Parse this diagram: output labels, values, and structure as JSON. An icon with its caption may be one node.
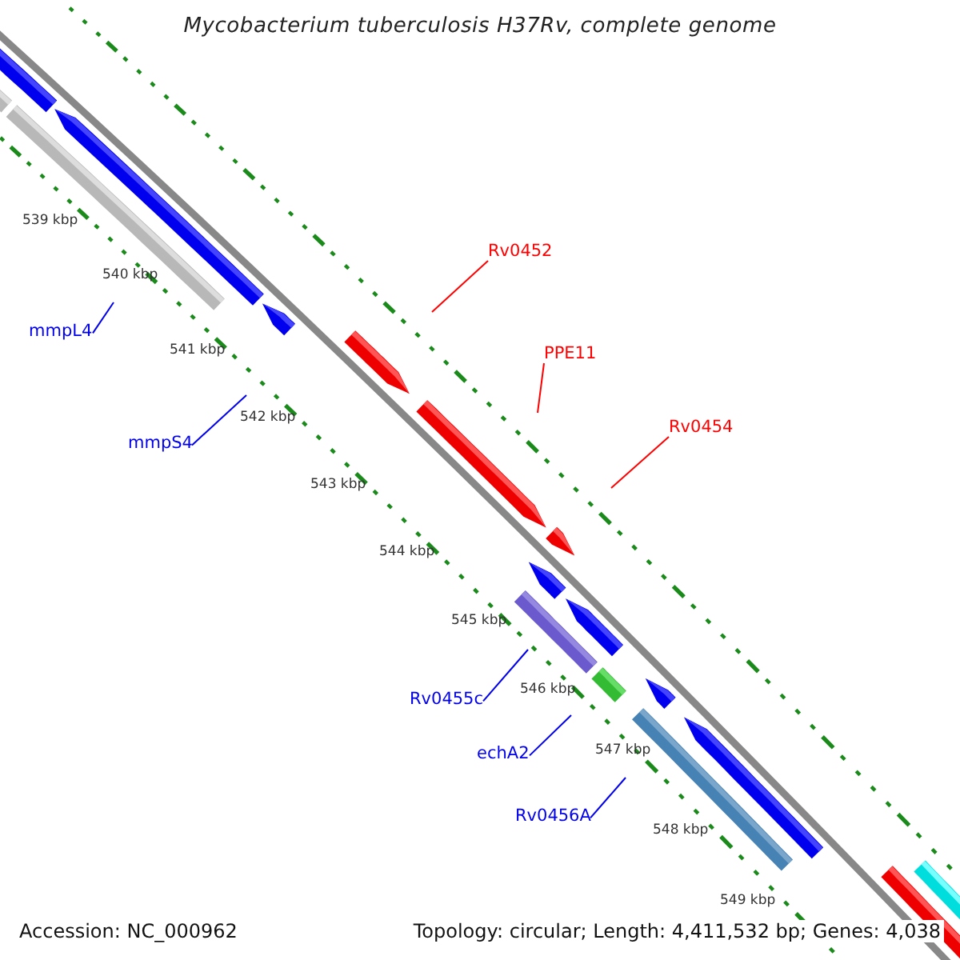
{
  "diagram": {
    "title": "Mycobacterium tuberculosis H37Rv, complete genome",
    "nodes": [
      {
        "text": [
          "mmpL4"
        ]
      },
      {
        "text": [
          "mmpS4"
        ]
      },
      {
        "text": [
          "Rv0452"
        ]
      },
      {
        "text": [
          "PPE11"
        ]
      },
      {
        "text": [
          "Rv0454"
        ]
      },
      {
        "text": [
          "Rv0455c"
        ]
      },
      {
        "text": [
          "echA2"
        ]
      },
      {
        "text": [
          "Rv0456A"
        ]
      }
    ],
    "edges": [
      {
        "from": 0,
        "to": null,
        "arrow": "none"
      },
      {
        "from": 1,
        "to": null,
        "arrow": "none"
      },
      {
        "from": 2,
        "to": null,
        "arrow": "none",
        "color": "#ff0000"
      },
      {
        "from": 3,
        "to": null,
        "arrow": "none",
        "color": "#ff0000"
      },
      {
        "from": 4,
        "to": null,
        "arrow": "none",
        "color": "#ff0000"
      },
      {
        "from": 5,
        "to": null,
        "arrow": "none"
      },
      {
        "from": 6,
        "to": null,
        "arrow": "none"
      },
      {
        "from": 7,
        "to": null,
        "arrow": "none"
      }
    ],
    "labels": [
      "539 kbp",
      "540 kbp",
      "541 kbp",
      "542 kbp",
      "543 kbp",
      "544 kbp",
      "545 kbp",
      "546 kbp",
      "547 kbp",
      "548 kbp",
      "549 kbp",
      "Accession: NC_000962",
      "Topology: circular; Length: 4,411,532 bp; Genes: 4,038"
    ]
  }
}
